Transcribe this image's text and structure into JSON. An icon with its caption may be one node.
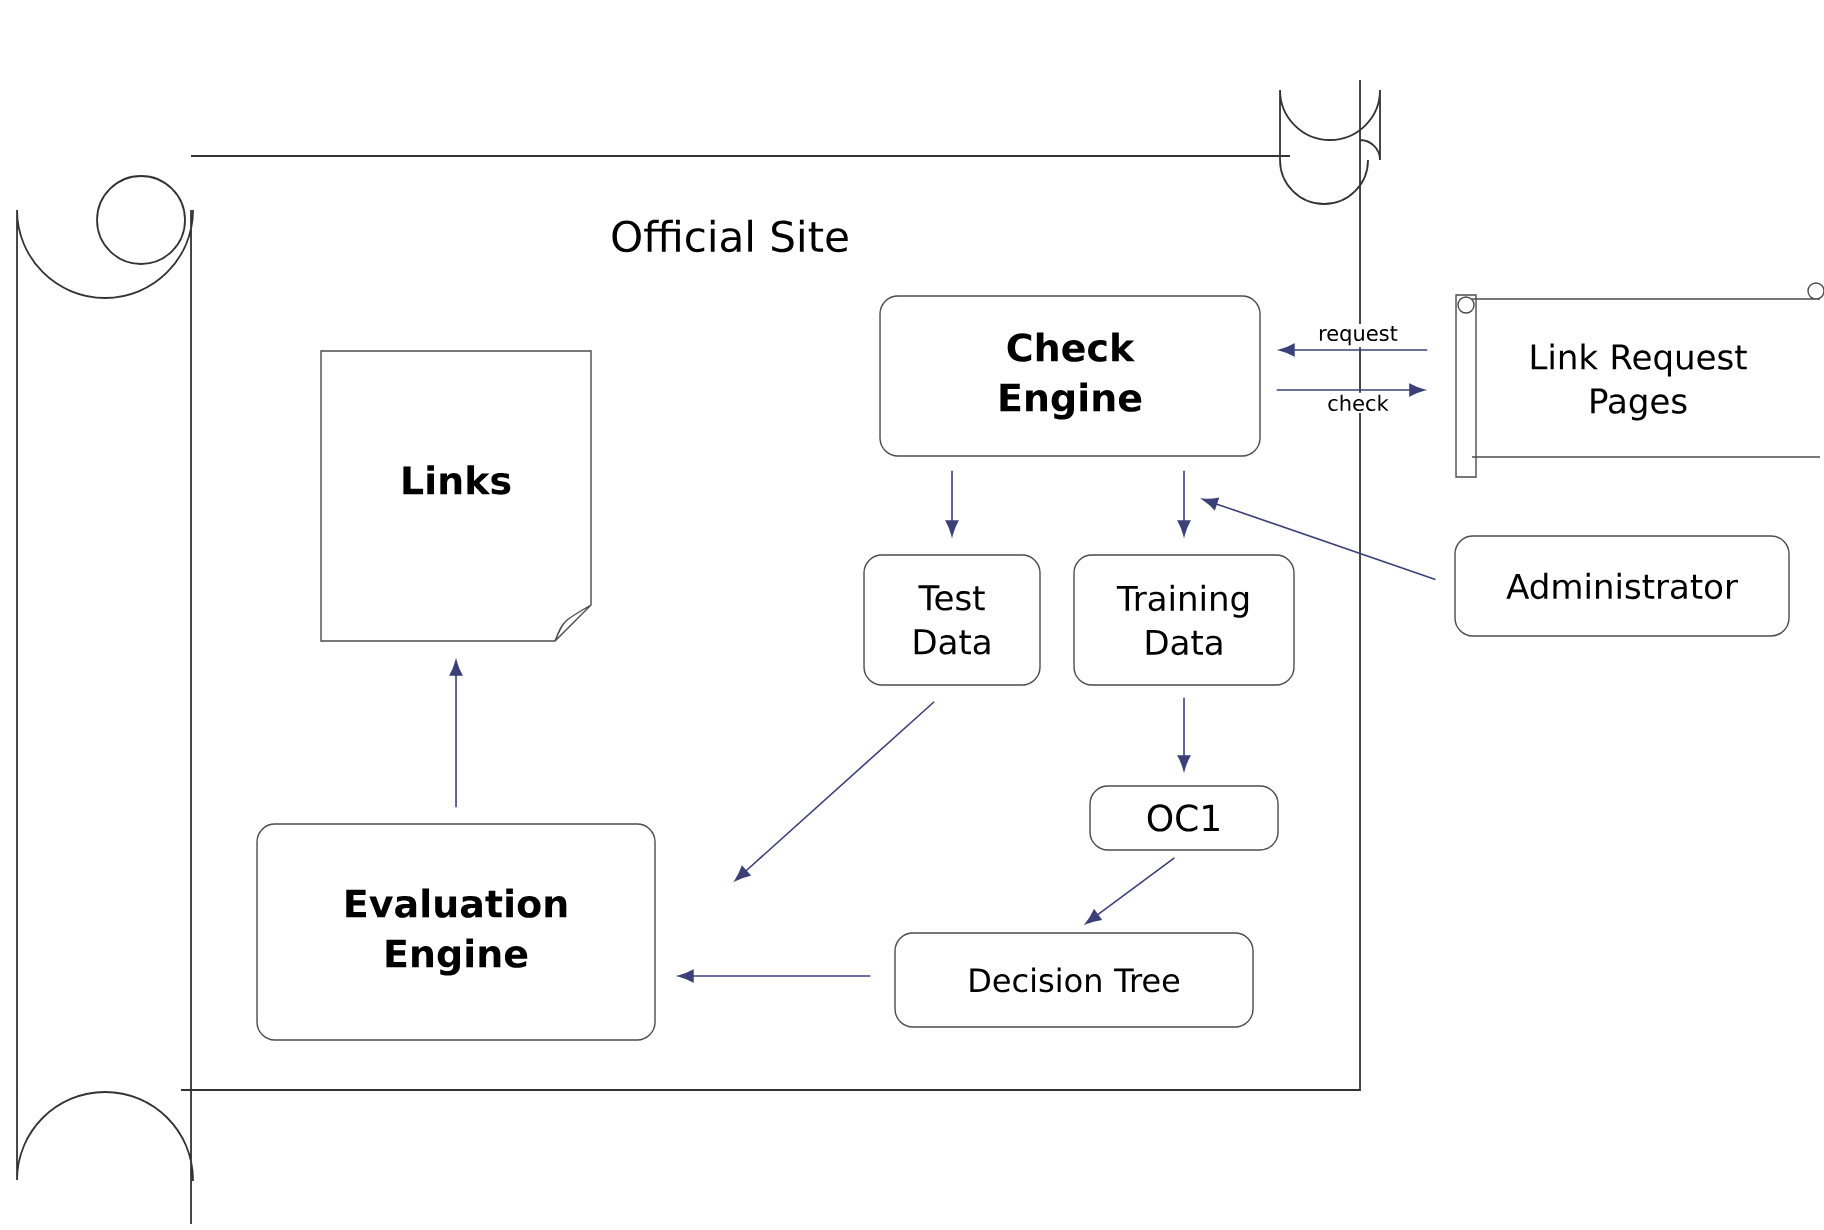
{
  "diagram": {
    "nodes": [
      {
        "text": [
          "Official Site"
        ]
      },
      {
        "text": [
          "Check Engine"
        ],
        "in": 0
      },
      {
        "text": [
          "Link Request Pages"
        ]
      },
      {
        "text": [
          "Links"
        ],
        "in": 0
      },
      {
        "text": [
          "Test Data"
        ],
        "in": 0
      },
      {
        "text": [
          "Training Data"
        ],
        "in": 0
      },
      {
        "text": [
          "Administrator"
        ]
      },
      {
        "text": [
          "OC1"
        ],
        "in": 0
      },
      {
        "text": [
          "Evaluation Engine"
        ],
        "in": 0
      },
      {
        "text": [
          "Decision Tree"
        ],
        "in": 0
      }
    ],
    "edges": [
      {
        "from": 2,
        "to": 1,
        "arrow": "to",
        "label": "request"
      },
      {
        "from": 1,
        "to": 2,
        "arrow": "to",
        "label": "check"
      },
      {
        "from": 1,
        "to": 4,
        "arrow": "to"
      },
      {
        "from": 1,
        "to": 5,
        "arrow": "to"
      },
      {
        "from": 6,
        "to": 5,
        "arrow": "to"
      },
      {
        "from": 5,
        "to": 7,
        "arrow": "to"
      },
      {
        "from": 7,
        "to": 9,
        "arrow": "to"
      },
      {
        "from": 9,
        "to": 8,
        "arrow": "to"
      },
      {
        "from": 4,
        "to": 8,
        "arrow": "to"
      },
      {
        "from": 8,
        "to": 3,
        "arrow": "to"
      }
    ]
  }
}
